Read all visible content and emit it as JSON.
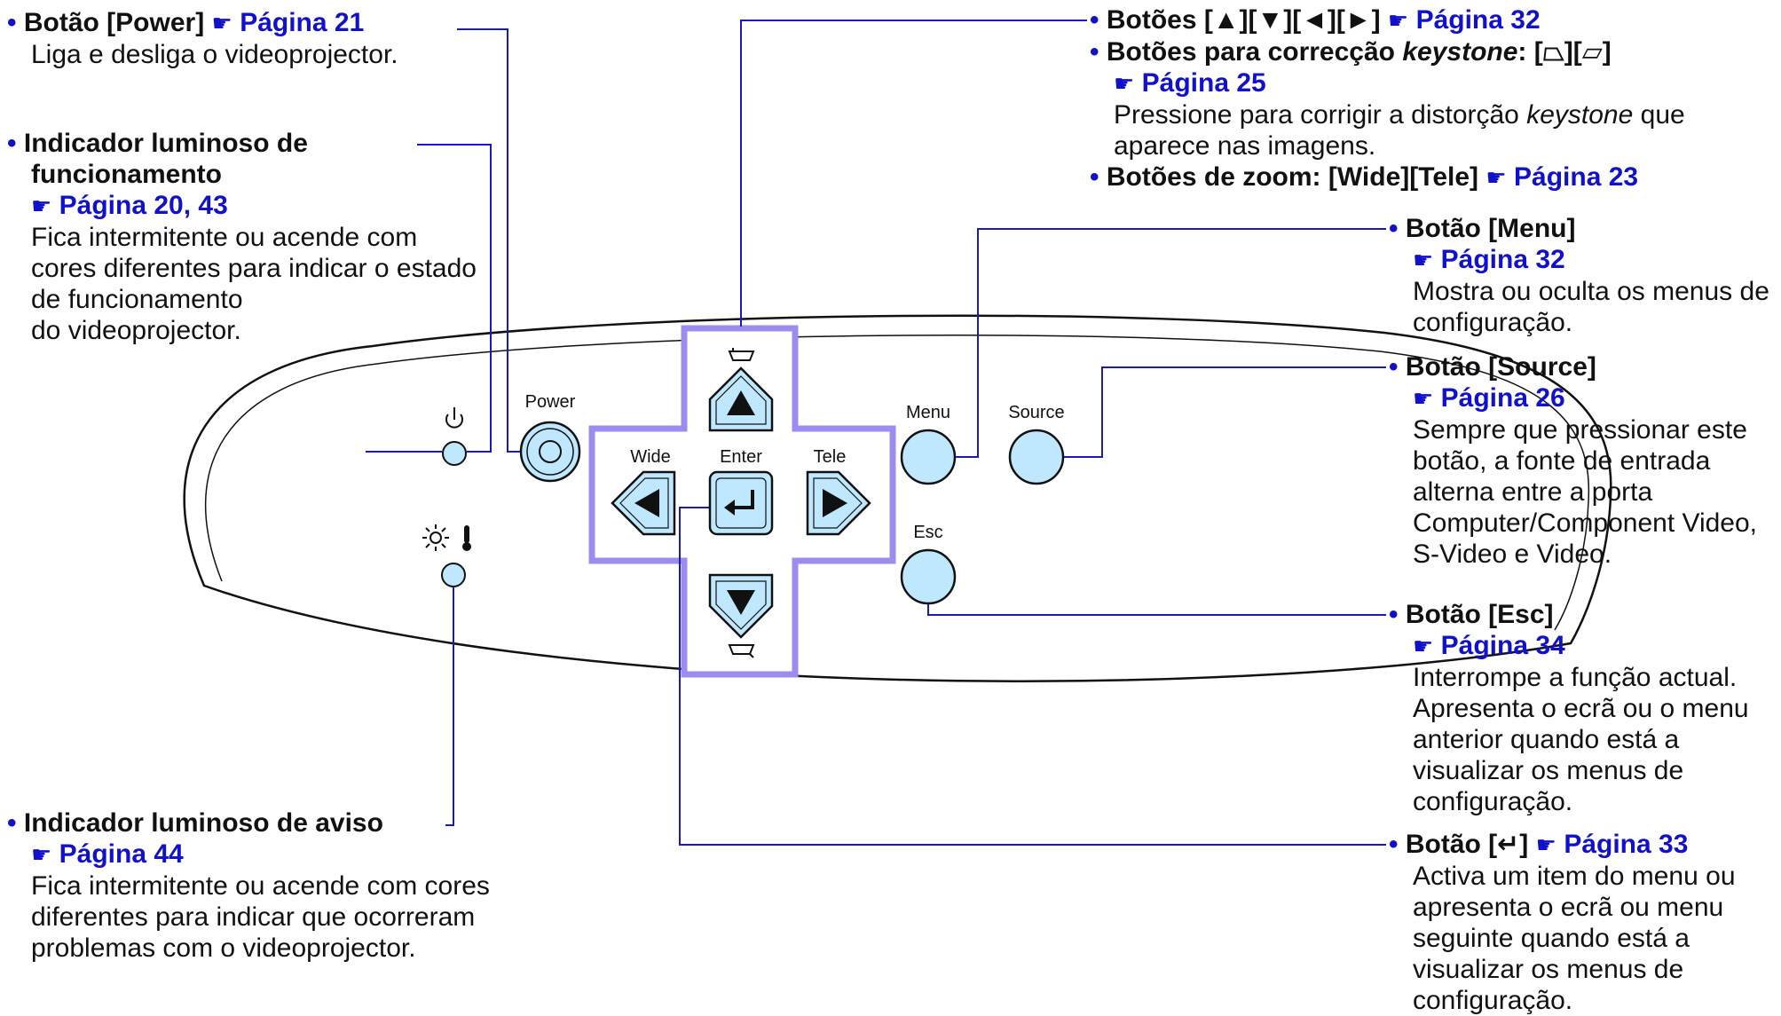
{
  "callouts": {
    "power": {
      "title": "Botão [Power]",
      "ref": "Página 21",
      "desc": "Liga e desliga o videoprojector."
    },
    "operation": {
      "title_line1": "Indicador luminoso de",
      "title_line2": "funcionamento",
      "ref": "Página 20, 43",
      "desc": [
        "Fica intermitente ou acende com",
        "cores diferentes para indicar o estado",
        "de funcionamento",
        "do videoprojector."
      ]
    },
    "warning": {
      "title": "Indicador luminoso de aviso",
      "ref": "Página 44",
      "desc": [
        "Fica intermitente ou acende com cores",
        "diferentes para indicar que ocorreram",
        "problemas com o videoprojector."
      ]
    },
    "arrows": {
      "title": "Botões [▲][▼][◄][►]",
      "ref": "Página 32"
    },
    "keystone": {
      "title": "Botões para correcção",
      "title_em": "keystone",
      "title_tail": ": [⏢][⏥]",
      "ref": "Página 25",
      "desc_a": "Pressione para corrigir a distorção",
      "desc_em": "keystone",
      "desc_b": "que",
      "desc_line2": "aparece nas imagens."
    },
    "zoom": {
      "title": "Botões de zoom: [Wide][Tele]",
      "ref": "Página 23"
    },
    "menu": {
      "title": "Botão [Menu]",
      "ref": "Página 32",
      "desc": [
        "Mostra ou oculta os menus de",
        "configuração."
      ]
    },
    "source": {
      "title": "Botão [Source]",
      "ref": "Página 26",
      "desc": [
        "Sempre que pressionar este",
        "botão, a fonte de entrada",
        "alterna entre a porta",
        "Computer/Component Video,",
        "S-Video e Video."
      ]
    },
    "esc": {
      "title": "Botão [Esc]",
      "ref": "Página 34",
      "desc": [
        "Interrompe a função actual.",
        "Apresenta o ecrã ou o menu",
        "anterior quando está a",
        "visualizar os menus de",
        "configuração."
      ]
    },
    "enter": {
      "title": "Botão [↵]",
      "ref": "Página 33",
      "desc": [
        "Activa um item do menu ou",
        "apresenta o ecrã ou menu",
        "seguinte quando está a",
        "visualizar os menus de",
        "configuração."
      ]
    }
  },
  "panel": {
    "power_label": "Power",
    "wide_label": "Wide",
    "enter_label": "Enter",
    "tele_label": "Tele",
    "menu_label": "Menu",
    "source_label": "Source",
    "esc_label": "Esc"
  },
  "icons": {
    "pointer": "☛",
    "bullet": "•"
  },
  "colors": {
    "leader": "#1a1ab4",
    "button_fill": "#bfe8ff",
    "pad_border": "#9c8cf0",
    "ref_text": "#1111cc"
  }
}
